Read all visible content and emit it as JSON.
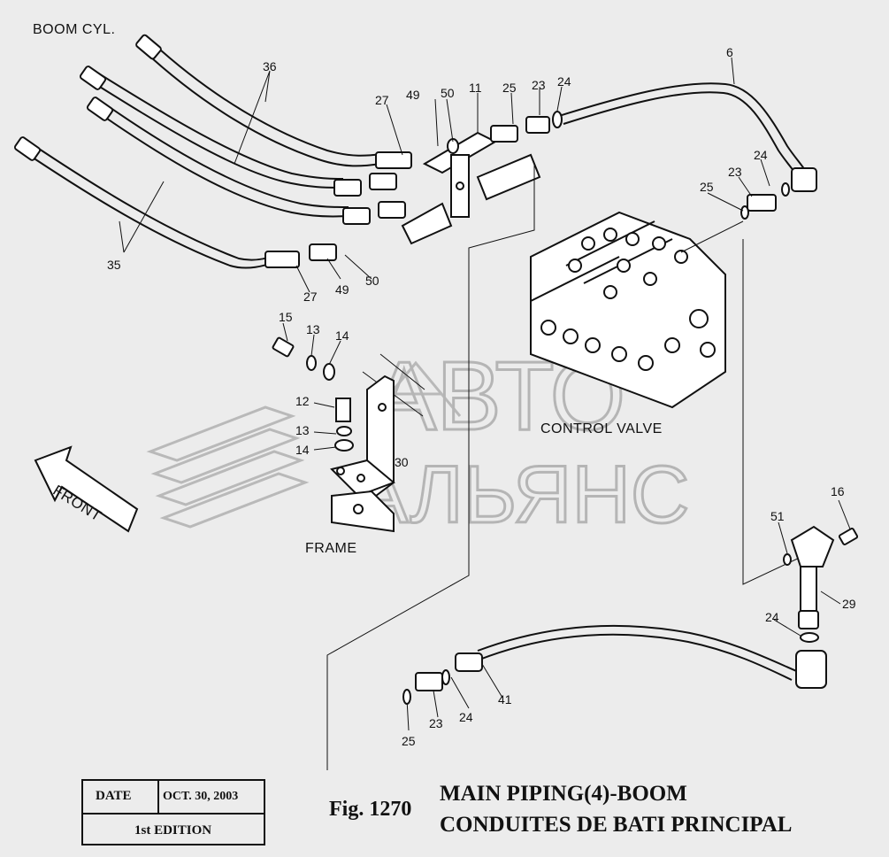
{
  "labels": {
    "boom_cyl": "BOOM CYL.",
    "control_valve": "CONTROL VALVE",
    "frame": "FRAME",
    "front": "FRONT"
  },
  "watermark": {
    "line1": "АВТО",
    "line2": "АЛЬЯНС"
  },
  "part_numbers": {
    "p6": "6",
    "p11": "11",
    "p12": "12",
    "p13a": "13",
    "p13b": "13",
    "p14a": "14",
    "p14b": "14",
    "p15": "15",
    "p16": "16",
    "p23a": "23",
    "p23b": "23",
    "p23c": "23",
    "p24a": "24",
    "p24b": "24",
    "p24c": "24",
    "p24d": "24",
    "p25a": "25",
    "p25b": "25",
    "p25c": "25",
    "p27a": "27",
    "p27b": "27",
    "p29": "29",
    "p30": "30",
    "p35": "35",
    "p36": "36",
    "p41": "41",
    "p49a": "49",
    "p49b": "49",
    "p50a": "50",
    "p50b": "50",
    "p51": "51"
  },
  "info_box": {
    "date_label": "DATE",
    "date_value": "OCT. 30, 2003",
    "edition": "1st EDITION"
  },
  "figure": {
    "number": "Fig. 1270",
    "title_en": "MAIN PIPING(4)-BOOM",
    "title_fr": "CONDUITES DE BATI PRINCIPAL"
  },
  "colors": {
    "background": "#ececec",
    "line": "#111111",
    "watermark": "#bdbdbd"
  }
}
